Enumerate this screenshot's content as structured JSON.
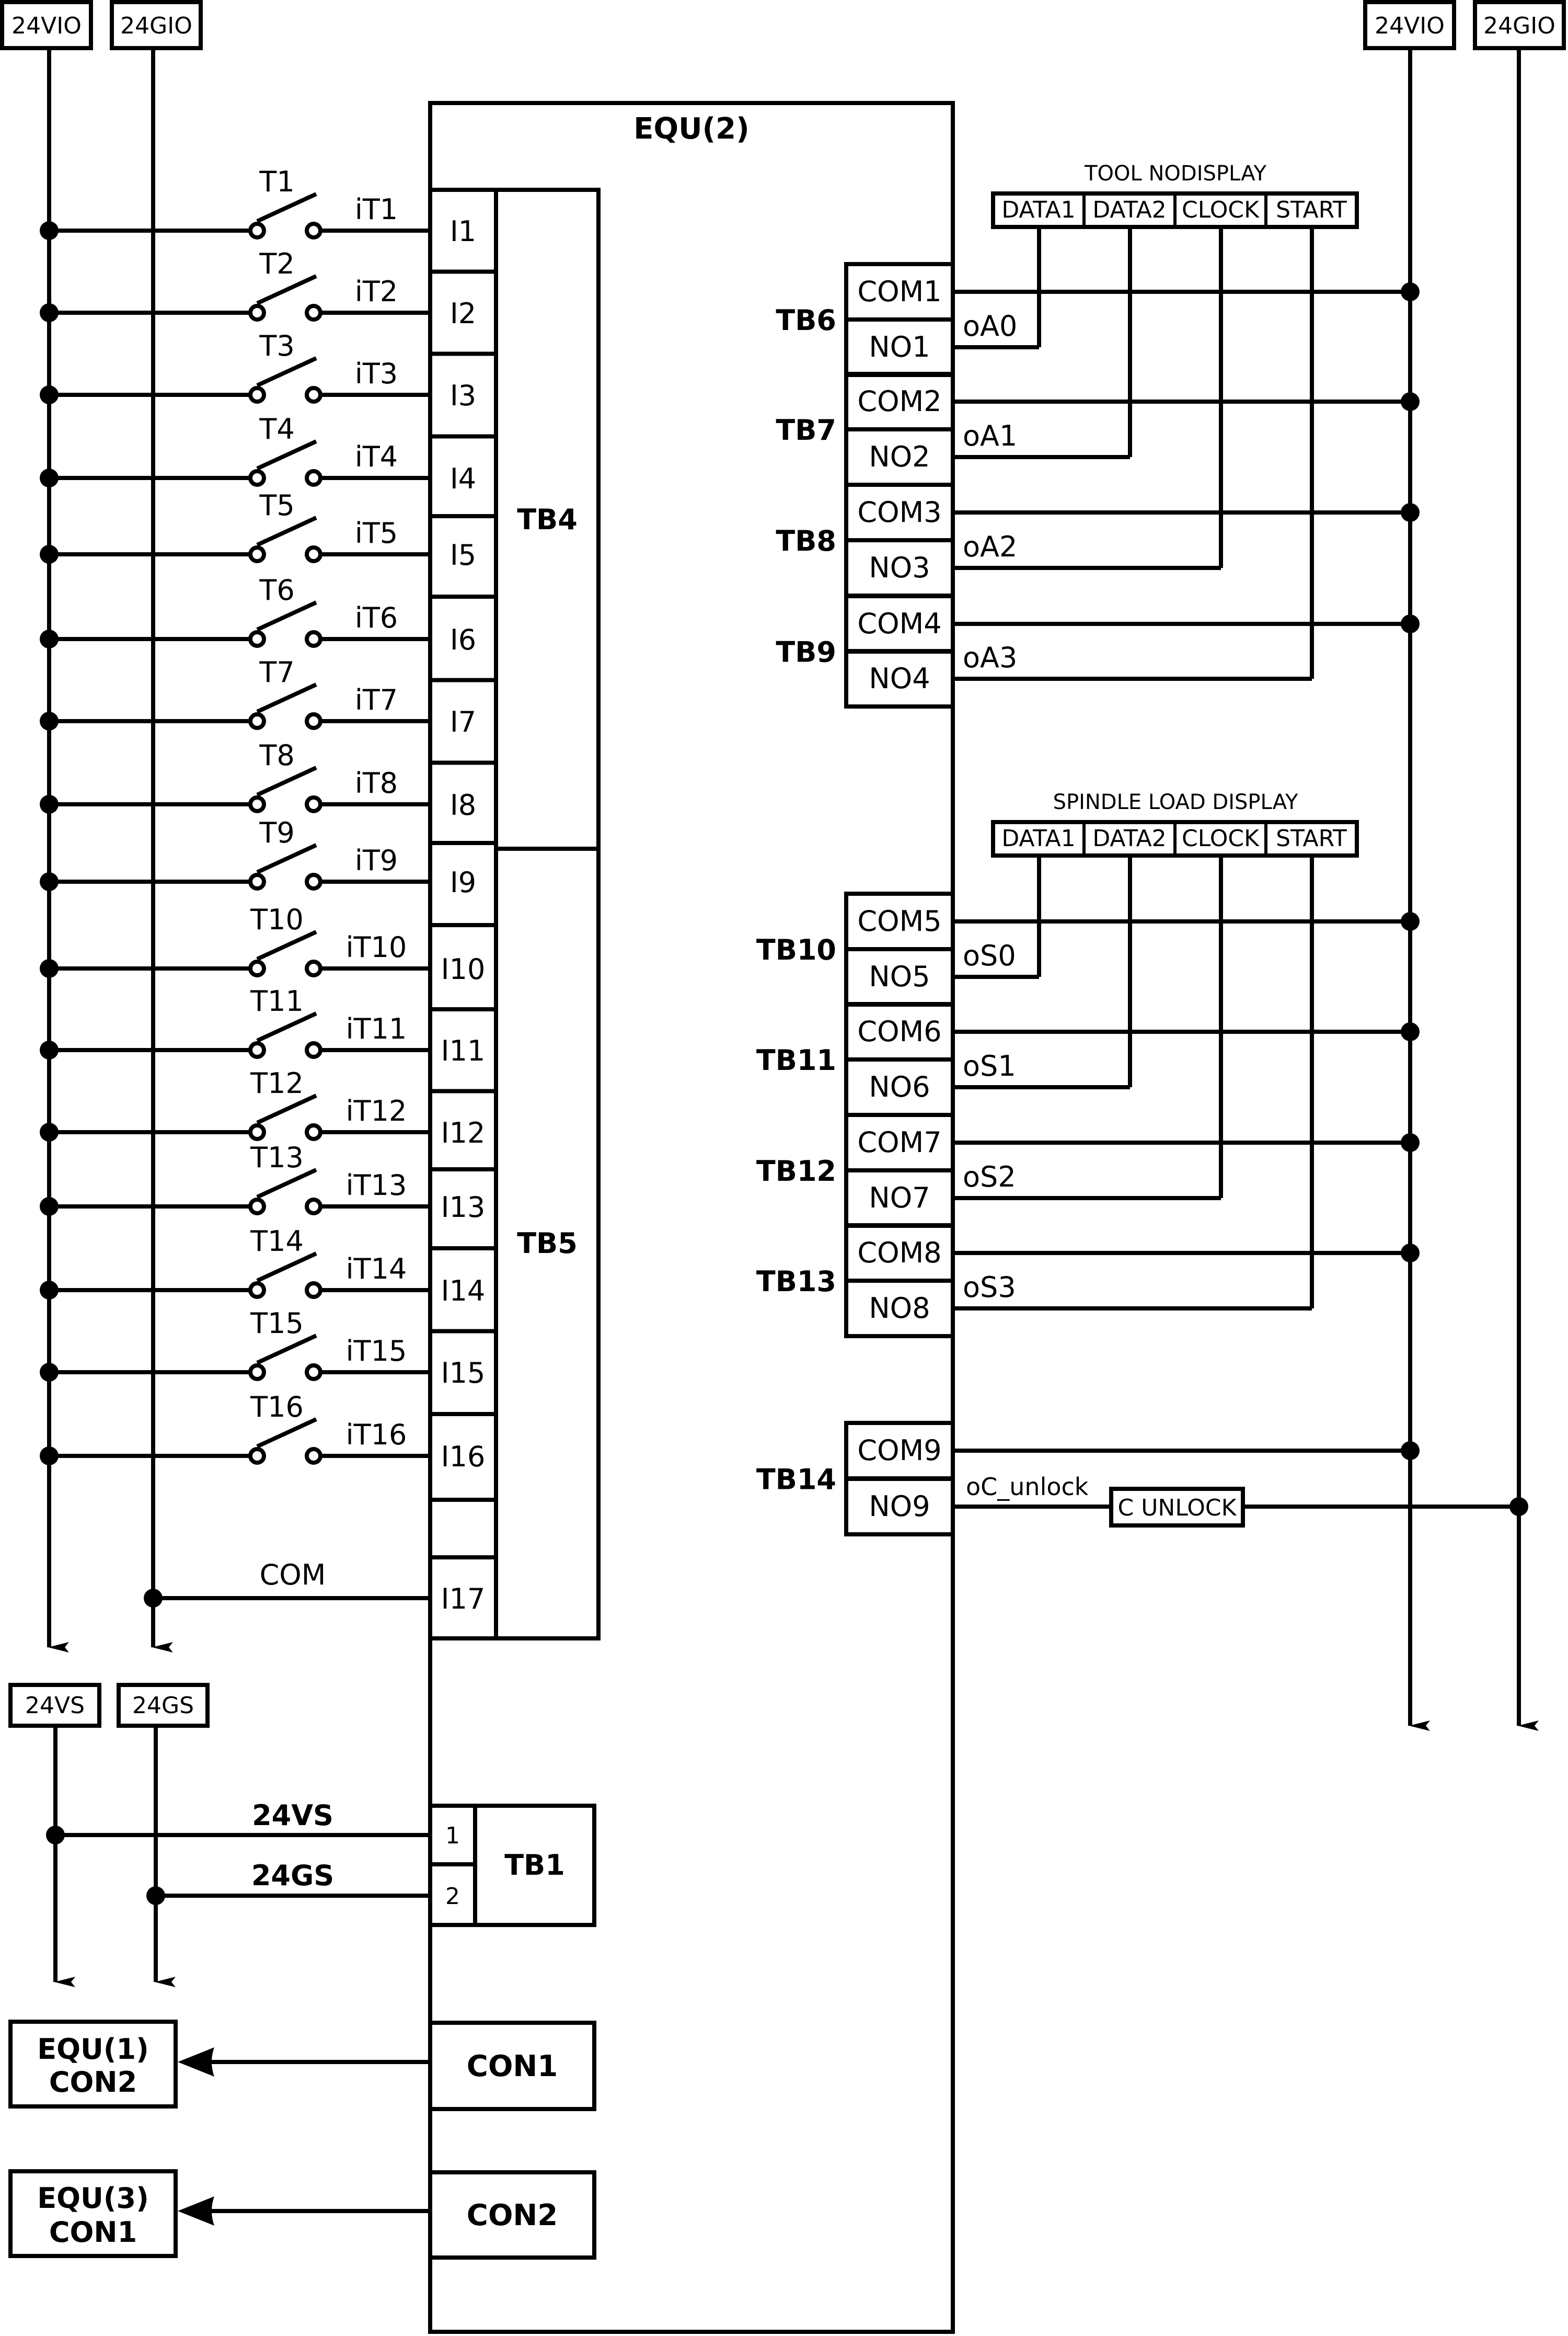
{
  "colors": {
    "line": "#000000",
    "background": "#ffffff"
  },
  "equipment": {
    "title": "EQU(2)"
  },
  "left_rails": {
    "top": [
      {
        "label": "24VIO"
      },
      {
        "label": "24GIO"
      }
    ],
    "bottom": [
      {
        "label": "24VS"
      },
      {
        "label": "24GS"
      }
    ]
  },
  "right_rails": [
    {
      "label": "24VIO"
    },
    {
      "label": "24GIO"
    }
  ],
  "input_blocks": [
    {
      "label": "TB4"
    },
    {
      "label": "TB5"
    }
  ],
  "inputs": [
    {
      "switch": "T1",
      "signal": "iT1",
      "terminal": "I1"
    },
    {
      "switch": "T2",
      "signal": "iT2",
      "terminal": "I2"
    },
    {
      "switch": "T3",
      "signal": "iT3",
      "terminal": "I3"
    },
    {
      "switch": "T4",
      "signal": "iT4",
      "terminal": "I4"
    },
    {
      "switch": "T5",
      "signal": "iT5",
      "terminal": "I5"
    },
    {
      "switch": "T6",
      "signal": "iT6",
      "terminal": "I6"
    },
    {
      "switch": "T7",
      "signal": "iT7",
      "terminal": "I7"
    },
    {
      "switch": "T8",
      "signal": "iT8",
      "terminal": "I8"
    },
    {
      "switch": "T9",
      "signal": "iT9",
      "terminal": "I9"
    },
    {
      "switch": "T10",
      "signal": "iT10",
      "terminal": "I10"
    },
    {
      "switch": "T11",
      "signal": "iT11",
      "terminal": "I11"
    },
    {
      "switch": "T12",
      "signal": "iT12",
      "terminal": "I12"
    },
    {
      "switch": "T13",
      "signal": "iT13",
      "terminal": "I13"
    },
    {
      "switch": "T14",
      "signal": "iT14",
      "terminal": "I14"
    },
    {
      "switch": "T15",
      "signal": "iT15",
      "terminal": "I15"
    },
    {
      "switch": "T16",
      "signal": "iT16",
      "terminal": "I16"
    }
  ],
  "common_input": {
    "signal": "COM",
    "terminal": "I17"
  },
  "displays": [
    {
      "title": "TOOL NODISPLAY",
      "pins": [
        "DATA1",
        "DATA2",
        "CLOCK",
        "START"
      ]
    },
    {
      "title": "SPINDLE LOAD DISPLAY",
      "pins": [
        "DATA1",
        "DATA2",
        "CLOCK",
        "START"
      ]
    }
  ],
  "outputs": [
    {
      "block": "TB6",
      "com": "COM1",
      "no": "NO1",
      "signal": "oA0"
    },
    {
      "block": "TB7",
      "com": "COM2",
      "no": "NO2",
      "signal": "oA1"
    },
    {
      "block": "TB8",
      "com": "COM3",
      "no": "NO3",
      "signal": "oA2"
    },
    {
      "block": "TB9",
      "com": "COM4",
      "no": "NO4",
      "signal": "oA3"
    },
    {
      "block": "TB10",
      "com": "COM5",
      "no": "NO5",
      "signal": "oS0"
    },
    {
      "block": "TB11",
      "com": "COM6",
      "no": "NO6",
      "signal": "oS1"
    },
    {
      "block": "TB12",
      "com": "COM7",
      "no": "NO7",
      "signal": "oS2"
    },
    {
      "block": "TB13",
      "com": "COM8",
      "no": "NO8",
      "signal": "oS3"
    },
    {
      "block": "TB14",
      "com": "COM9",
      "no": "NO9",
      "signal": "oC_unlock"
    }
  ],
  "unlock_device": {
    "label": "C UNLOCK"
  },
  "power_block": {
    "label": "TB1",
    "pins": [
      {
        "num": "1",
        "wire": "24VS"
      },
      {
        "num": "2",
        "wire": "24GS"
      }
    ]
  },
  "connectors": [
    {
      "local": "CON1",
      "remote_line1": "EQU(1)",
      "remote_line2": "CON2"
    },
    {
      "local": "CON2",
      "remote_line1": "EQU(3)",
      "remote_line2": "CON1"
    }
  ]
}
